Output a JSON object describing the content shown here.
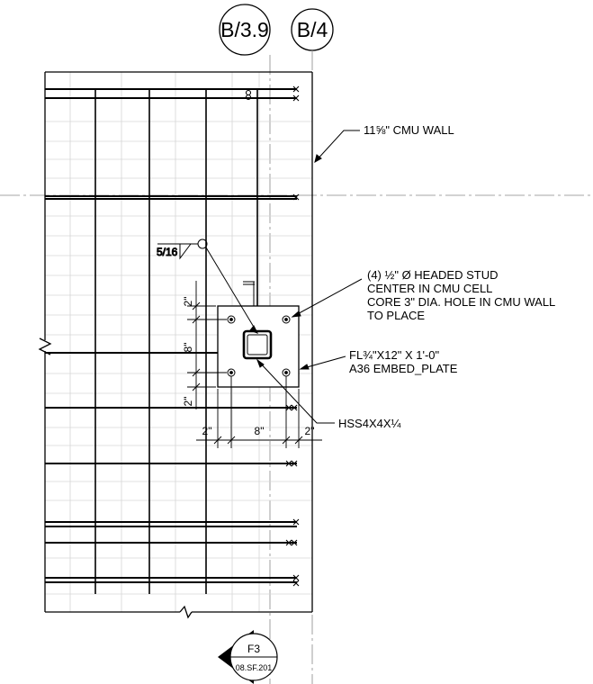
{
  "grid_bubbles": [
    {
      "label": "B/3.9"
    },
    {
      "label": "B/4"
    }
  ],
  "notes": {
    "wall": "11⅝\" CMU WALL",
    "studs": [
      "(4) ½\" Ø HEADED STUD",
      "CENTER IN CMU CELL",
      "CORE 3\" DIA. HOLE IN CMU WALL",
      "TO PLACE"
    ],
    "plate": [
      "FL¾\"X12\" X 1'-0\"",
      "A36 EMBED_PLATE"
    ],
    "hss": "HSS4X4X¼",
    "weld_size": "5/16"
  },
  "dimensions": {
    "v_top": "2\"",
    "v_mid": "8\"",
    "v_bot": "2\"",
    "h_left": "2\"",
    "h_mid": "8\"",
    "h_right": "2\""
  },
  "section_marker": {
    "id": "F3",
    "sheet": "08.SF.201"
  }
}
